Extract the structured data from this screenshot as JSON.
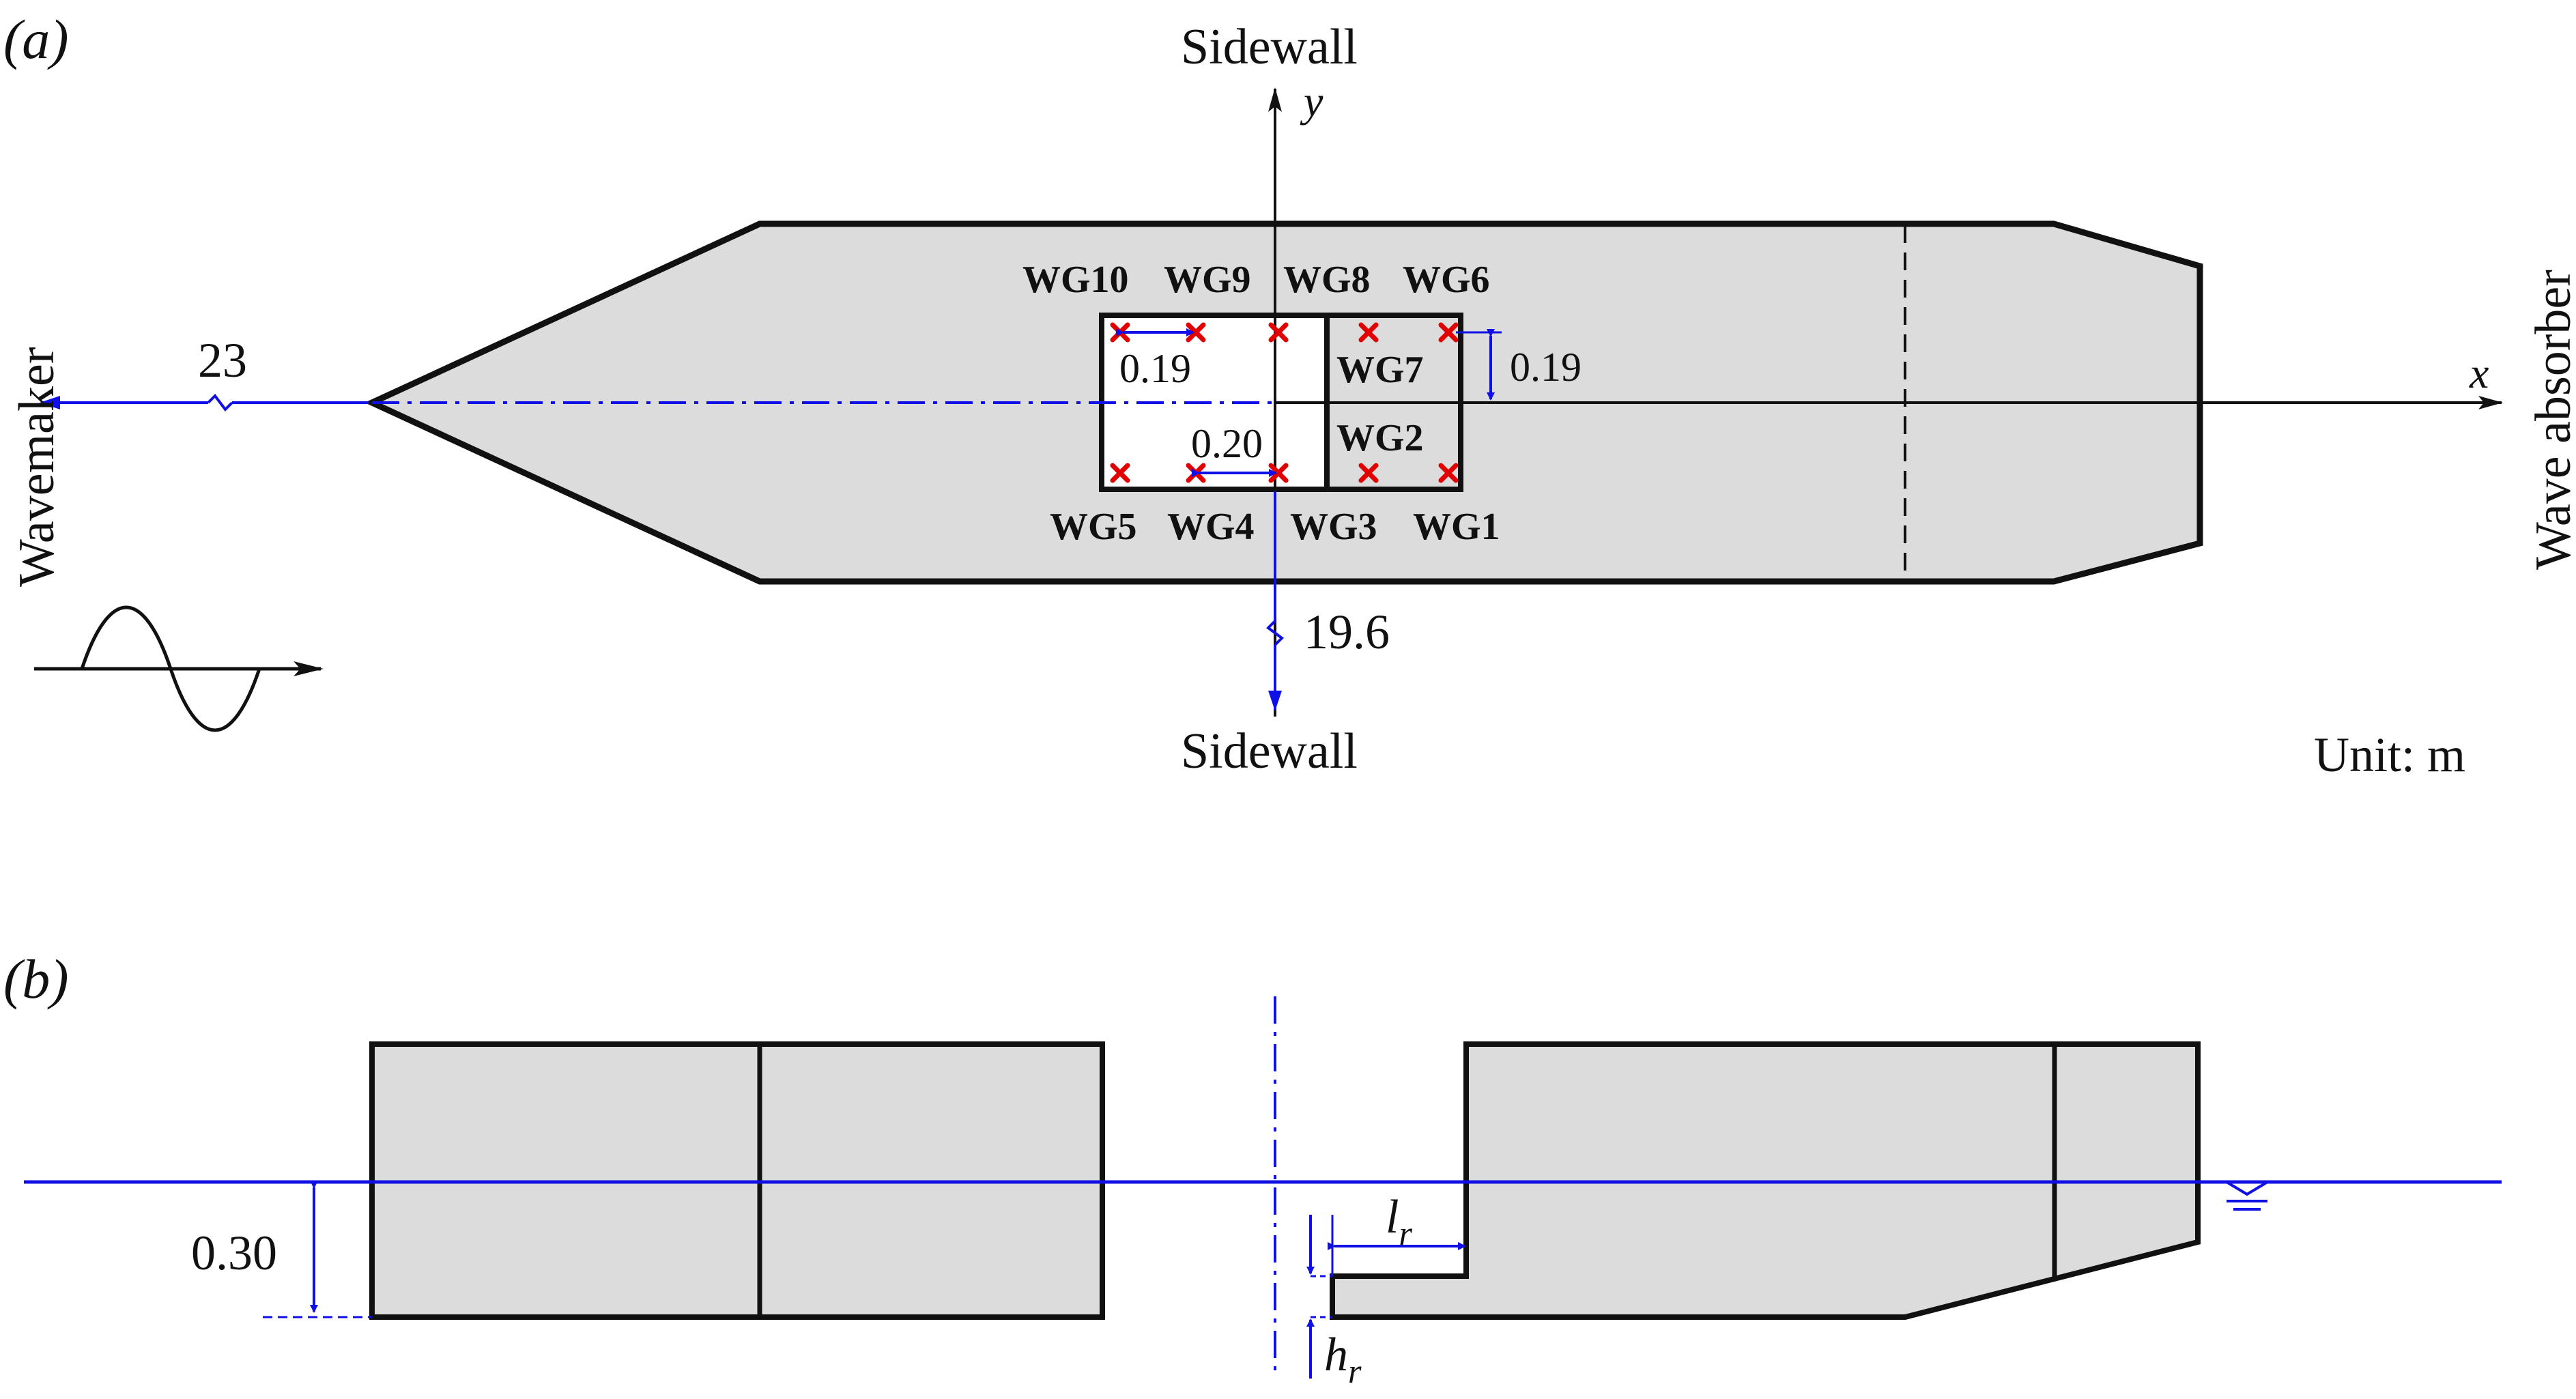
{
  "panel_a": {
    "label": "(a)",
    "sidewall_top": "Sidewall",
    "sidewall_bottom": "Sidewall",
    "axis_y": "y",
    "axis_x": "x",
    "wavemaker": "Wavemaker",
    "wave_absorber": "Wave absorber",
    "dist_wavemaker": "23",
    "dist_sidewall": "19.6",
    "spacing_x": "0.19",
    "spacing_x2": "0.20",
    "spacing_y": "0.19",
    "unit": "Unit: m",
    "gauges": {
      "wg10": "WG10",
      "wg9": "WG9",
      "wg8": "WG8",
      "wg6": "WG6",
      "wg7": "WG7",
      "wg2": "WG2",
      "wg5": "WG5",
      "wg4": "WG4",
      "wg3": "WG3",
      "wg1": "WG1"
    }
  },
  "panel_b": {
    "label": "(b)",
    "draft": "0.30",
    "lr_main": "l",
    "lr_sub": "r",
    "hr_main": "h",
    "hr_sub": "r"
  },
  "colors": {
    "hull_fill": "#dcdcdc",
    "outline": "#111111",
    "dimension_blue": "#1010e6",
    "gauge_marker": "#e00000"
  }
}
